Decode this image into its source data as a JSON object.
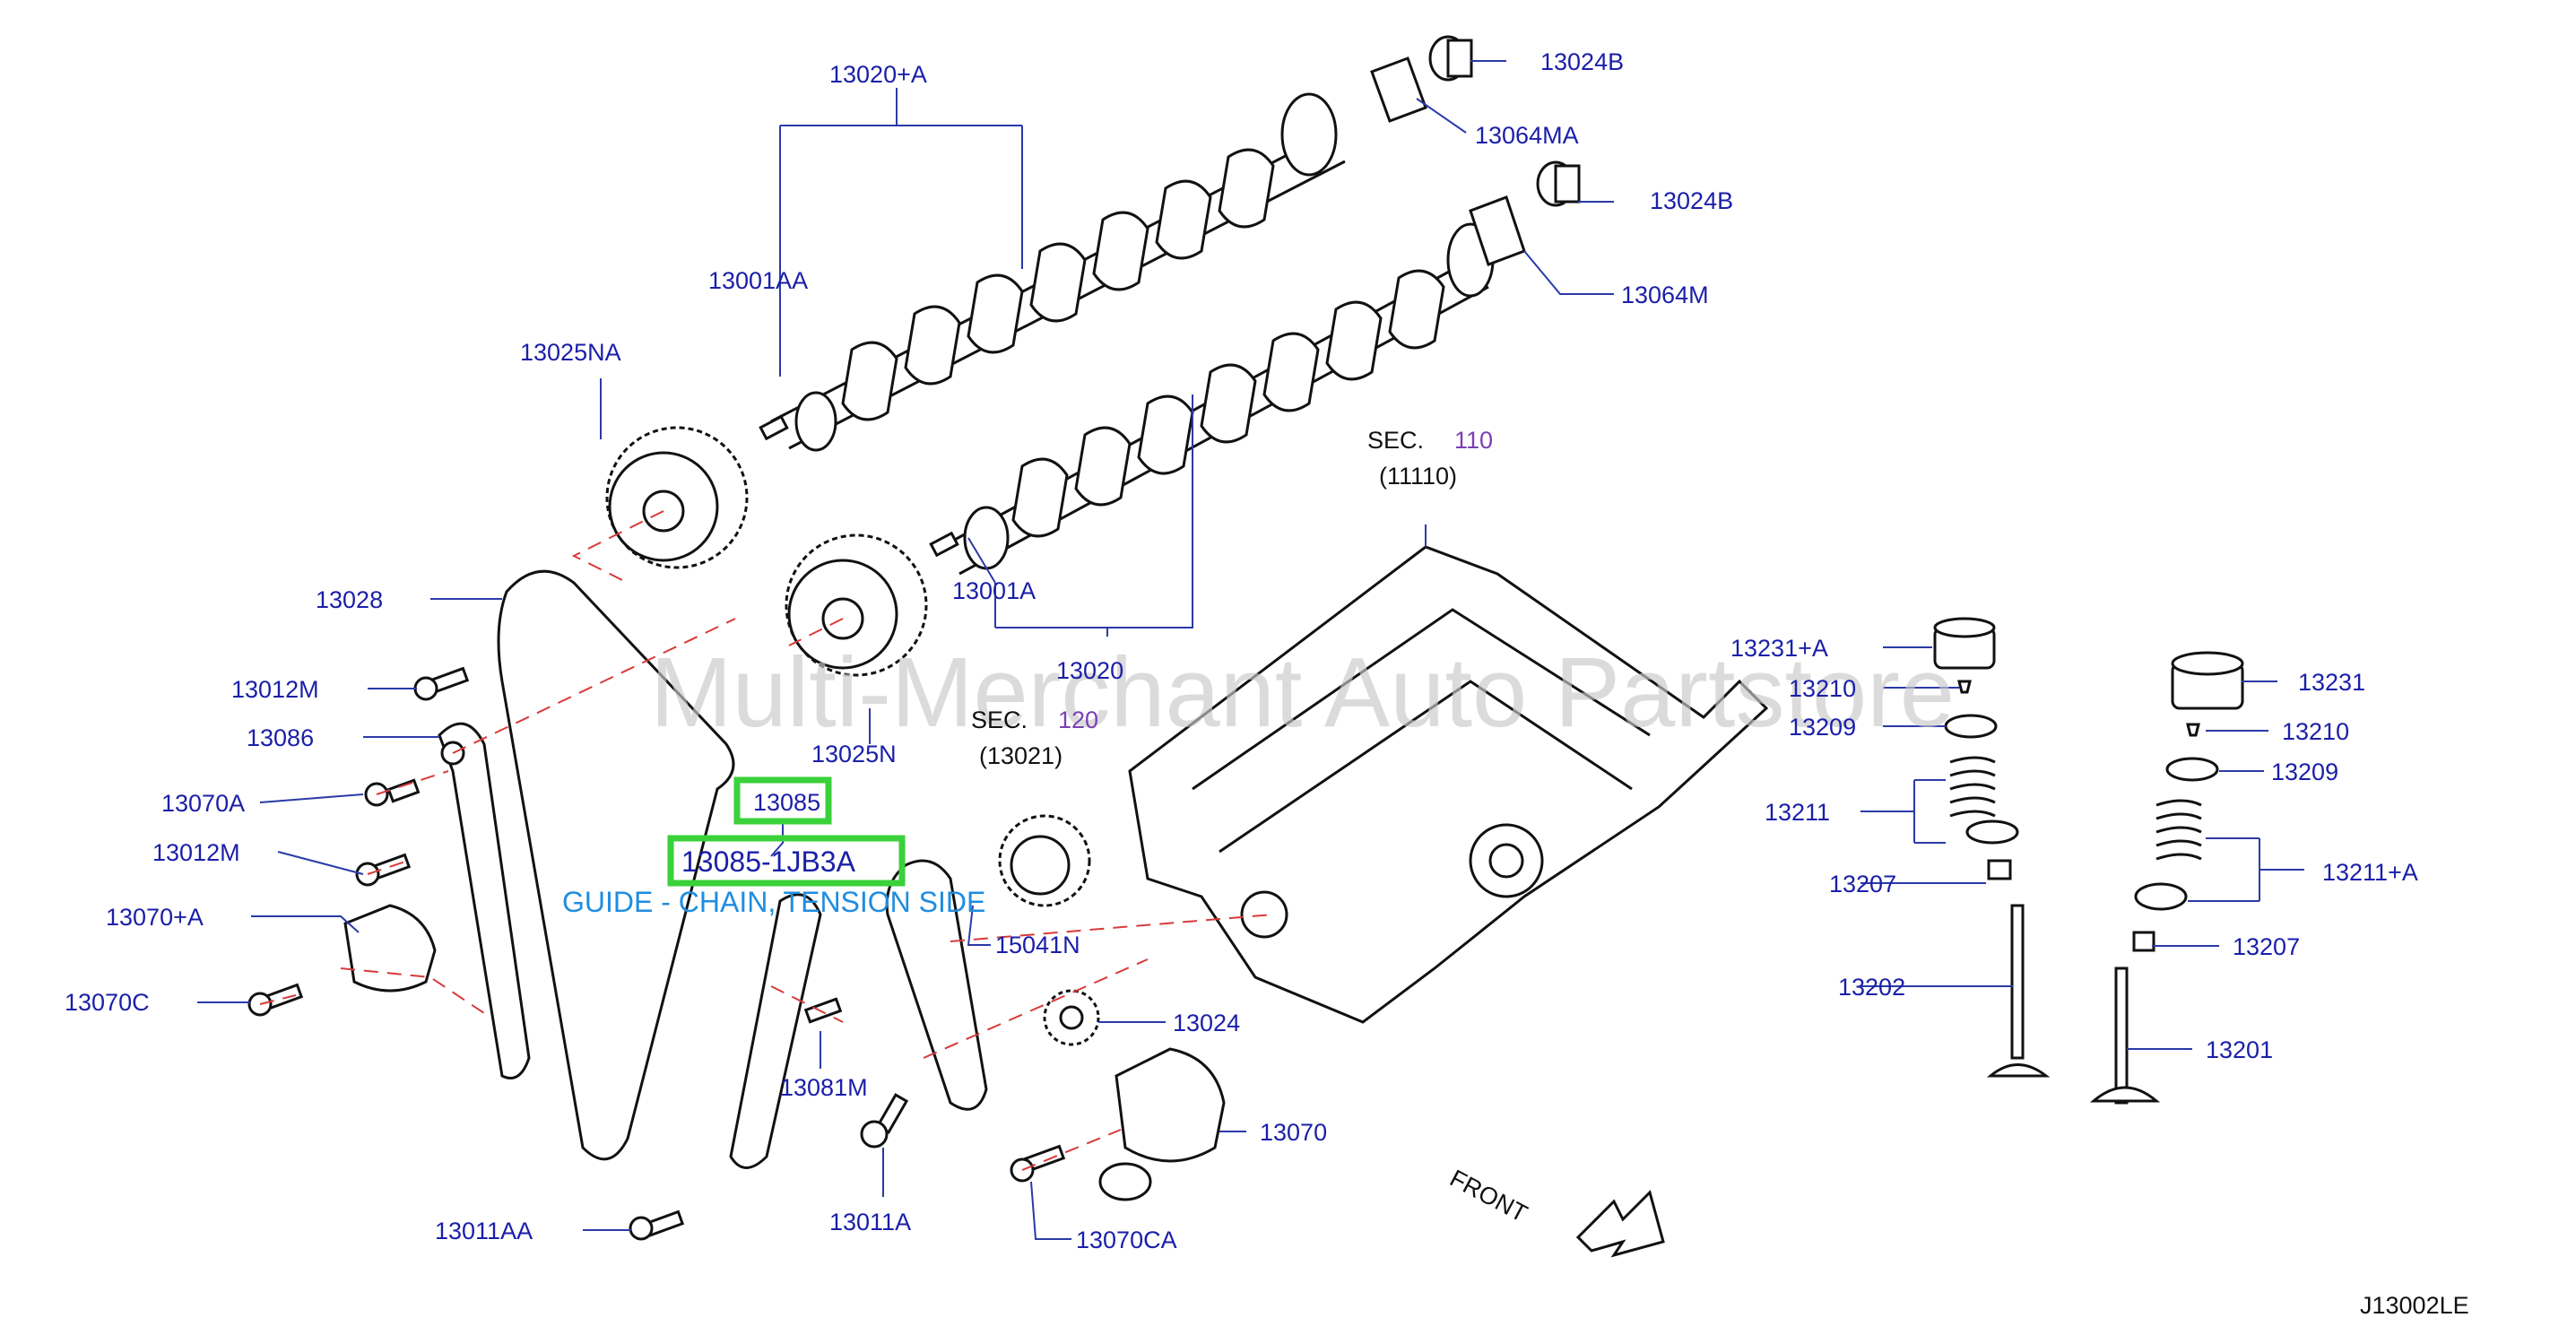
{
  "watermark": "Multi-Merchant Auto Partstore",
  "diagram_code": "J13002LE",
  "front_label": "FRONT",
  "highlight": {
    "part_a": "13085",
    "part_b": "13085-1JB3A",
    "description": "GUIDE - CHAIN, TENSION SIDE"
  },
  "sections": [
    {
      "prefix": "SEC.",
      "number": "110",
      "ref": "(11110)"
    },
    {
      "prefix": "SEC.",
      "number": "120",
      "ref": "(13021)"
    }
  ],
  "parts": {
    "p13020A": "13020+A",
    "p13024B_a": "13024B",
    "p13064MA": "13064MA",
    "p13024B_b": "13024B",
    "p13064M": "13064M",
    "p13001AA": "13001AA",
    "p13025NA": "13025NA",
    "p13028": "13028",
    "p13001A": "13001A",
    "p13020": "13020",
    "p13012M_a": "13012M",
    "p13086": "13086",
    "p13025N": "13025N",
    "p13070A": "13070A",
    "p13012M_b": "13012M",
    "p13070pA": "13070+A",
    "p13070C": "13070C",
    "p15041N": "15041N",
    "p13024": "13024",
    "p13081M": "13081M",
    "p13070": "13070",
    "p13011AA": "13011AA",
    "p13011A": "13011A",
    "p13070CA": "13070CA",
    "p13231A": "13231+A",
    "p13210_a": "13210",
    "p13209_a": "13209",
    "p13211": "13211",
    "p13207_a": "13207",
    "p13202": "13202",
    "p13231": "13231",
    "p13210_b": "13210",
    "p13209_b": "13209",
    "p13211A": "13211+A",
    "p13207_b": "13207",
    "p13201": "13201"
  }
}
